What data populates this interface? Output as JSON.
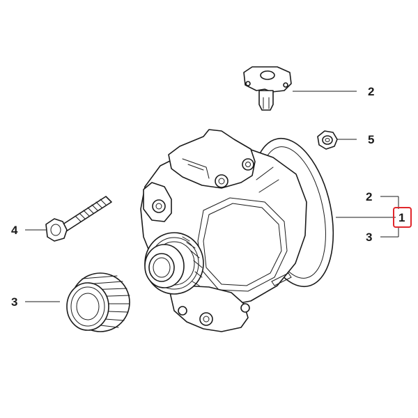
{
  "callouts": {
    "regulator": "2",
    "nut": "5",
    "bracket_top": "2",
    "assembly": "1",
    "bracket_bottom": "3",
    "bolt": "4",
    "pulley": "3"
  },
  "colors": {
    "line": "#1a1a1a",
    "highlight_box": "#e0262b",
    "background": "#ffffff"
  }
}
